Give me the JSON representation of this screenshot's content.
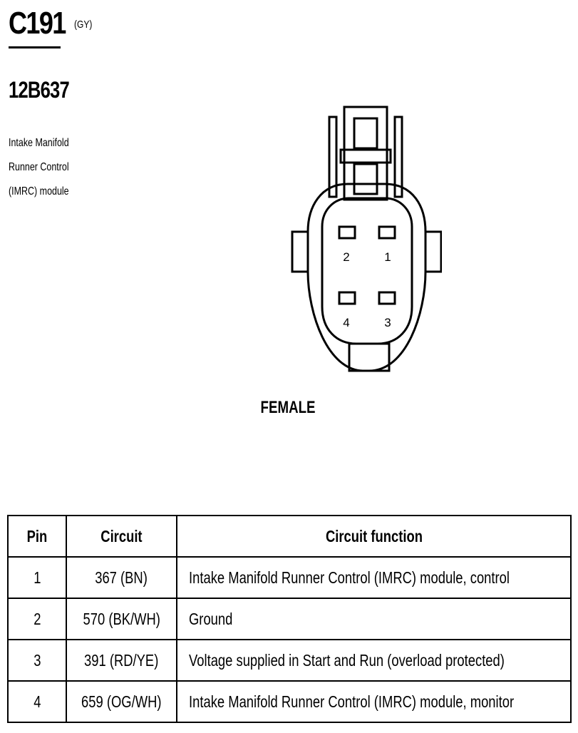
{
  "header": {
    "connector_id": "C191",
    "color_code": "(GY)",
    "part_number": "12B637",
    "description_lines": [
      "Intake Manifold",
      "Runner Control",
      "(IMRC) module"
    ]
  },
  "diagram": {
    "pin_labels": {
      "pin2": "2",
      "pin1": "1",
      "pin4": "4",
      "pin3": "3"
    },
    "gender_label": "FEMALE"
  },
  "table": {
    "headers": {
      "pin": "Pin",
      "circuit": "Circuit",
      "function": "Circuit function"
    },
    "rows": [
      {
        "pin": "1",
        "circuit": "367 (BN)",
        "function": "Intake Manifold Runner Control (IMRC) module, control"
      },
      {
        "pin": "2",
        "circuit": "570 (BK/WH)",
        "function": "Ground"
      },
      {
        "pin": "3",
        "circuit": "391 (RD/YE)",
        "function": "Voltage supplied in Start and Run (overload protected)"
      },
      {
        "pin": "4",
        "circuit": "659 (OG/WH)",
        "function": "Intake Manifold Runner Control (IMRC) module, monitor"
      }
    ]
  }
}
